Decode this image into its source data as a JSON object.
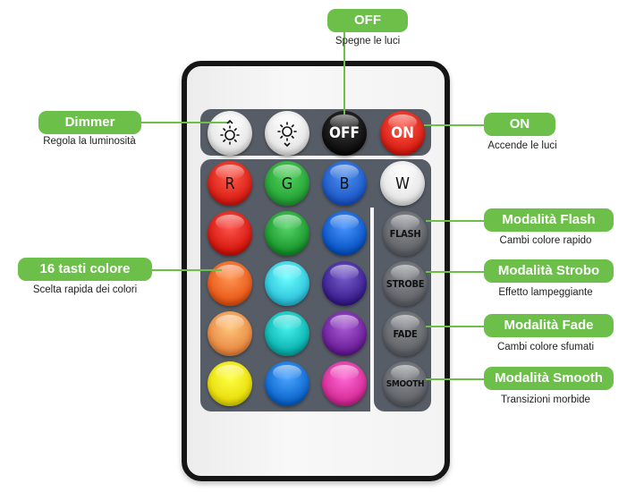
{
  "buttons": {
    "off": "OFF",
    "on": "ON",
    "r": "R",
    "g": "G",
    "b": "B",
    "w": "W",
    "flash": "FLASH",
    "strobe": "STROBE",
    "fade": "FADE",
    "smooth": "SMOOTH"
  },
  "color_grid": [
    "#e8281f",
    "#2aa83d",
    "#1a66d6",
    "#ff6a28",
    "#3fd4f0",
    "#4a2f9f",
    "#ff9a52",
    "#1bc4c0",
    "#7b2ea8",
    "#fff21a",
    "#1e78e0",
    "#e83ca8"
  ],
  "callouts": {
    "off": {
      "title": "OFF",
      "subtitle": "Spegne le luci"
    },
    "dimmer": {
      "title": "Dimmer",
      "subtitle": "Regola la luminosità"
    },
    "on": {
      "title": "ON",
      "subtitle": "Accende le luci"
    },
    "colors": {
      "title": "16 tasti colore",
      "subtitle": "Scelta rapida dei colori"
    },
    "flash": {
      "title": "Modalità Flash",
      "subtitle": "Cambi colore rapido"
    },
    "strobe": {
      "title": "Modalità Strobo",
      "subtitle": "Effetto lampeggiante"
    },
    "fade": {
      "title": "Modalità Fade",
      "subtitle": "Cambi colore sfumati"
    },
    "smooth": {
      "title": "Modalità Smooth",
      "subtitle": "Transizioni morbide"
    }
  },
  "icons": {
    "brightness_up": "sun-up-icon",
    "brightness_down": "sun-down-icon"
  },
  "colors": {
    "accent": "#6cc04a",
    "panel": "#575d67",
    "red_button": "#e8281f",
    "black_button": "#111111"
  }
}
